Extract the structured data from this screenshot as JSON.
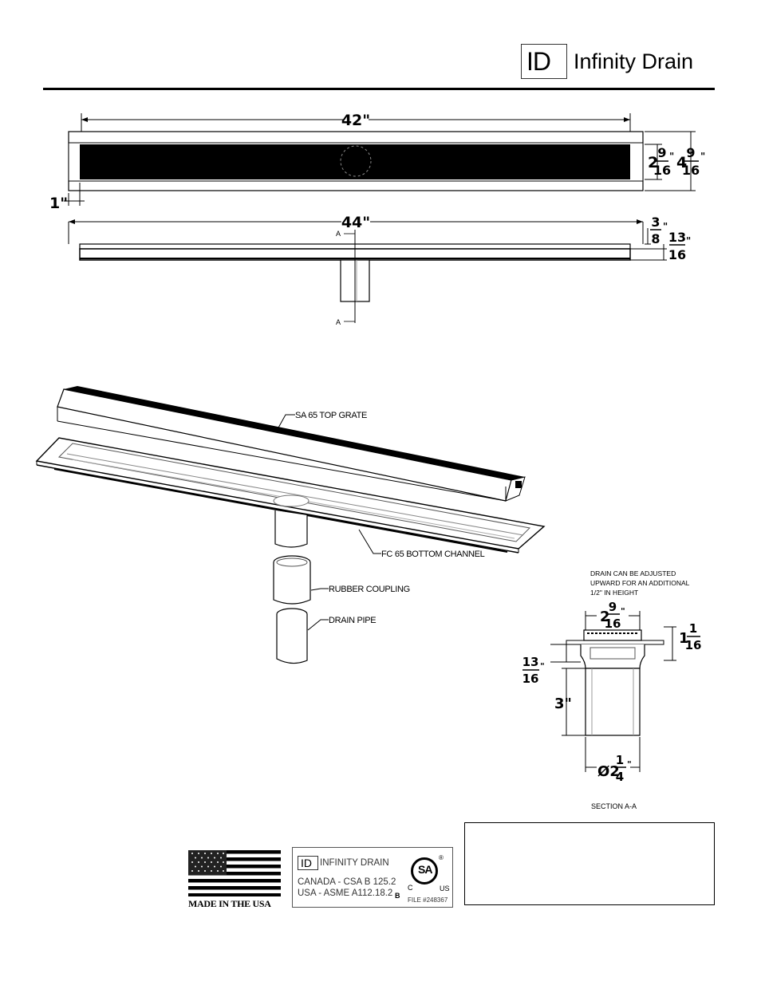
{
  "header": {
    "logo_mark": "ID",
    "brand_name": "Infinity Drain"
  },
  "top_view": {
    "overall_width": "42\"",
    "grate_width_whole": "2",
    "grate_width_num": "9",
    "grate_width_den": "16",
    "overall_height_whole": "4",
    "overall_height_num": "9",
    "overall_height_den": "16",
    "inch_mark": "\"",
    "flange_offset": "1\""
  },
  "side_view": {
    "overall_length": "44\"",
    "flange_thk_num": "3",
    "flange_thk_den": "8",
    "channel_depth_num": "13",
    "channel_depth_den": "16",
    "section_marker_top": "A",
    "section_marker_bottom": "A"
  },
  "exploded_view": {
    "callouts": [
      "SA 65 TOP GRATE",
      "FC 65 BOTTOM CHANNEL",
      "RUBBER COUPLING",
      "DRAIN PIPE"
    ]
  },
  "section_view": {
    "note_lines": [
      "DRAIN CAN BE ADJUSTED",
      "UPWARD FOR AN ADDITIONAL",
      "1/2\" IN HEIGHT"
    ],
    "width_whole": "2",
    "width_num": "9",
    "width_den": "16",
    "adjust_whole": "1",
    "adjust_num": "1",
    "adjust_den": "16",
    "depth_num": "13",
    "depth_den": "16",
    "pipe_length": "3\"",
    "pipe_dia_prefix": "Ø2",
    "pipe_dia_num": "1",
    "pipe_dia_den": "4",
    "title": "SECTION A-A"
  },
  "badges": {
    "flag_caption": "MADE IN THE USA",
    "cert_brand": "INFINITY DRAIN",
    "cert_logo_mark": "ID",
    "cert_line_1": "CANADA - CSA B 125.2",
    "cert_line_2": "USA - ASME A112.18.2",
    "cert_class": "B",
    "csa_mark": "SA",
    "csa_c": "C",
    "csa_us": "US",
    "csa_reg": "®",
    "cert_file": "FILE #248367"
  }
}
